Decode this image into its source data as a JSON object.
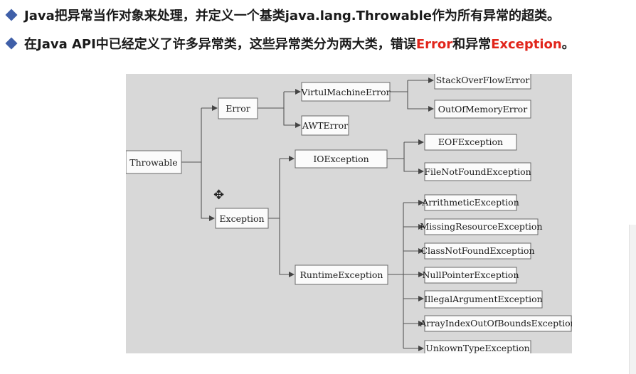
{
  "bullets": {
    "line1": "Java把异常当作对象来处理，并定义一个基类java.lang.Throwable作为所有异常的超类。",
    "line2_pre": "在Java API中已经定义了许多异常类，这些异常类分为两大类，错误",
    "line2_error": "Error",
    "line2_mid": "和异常",
    "line2_exception": "Exception",
    "line2_post": "。"
  },
  "diagram": {
    "nodes": {
      "throwable": "Throwable",
      "error": "Error",
      "exception": "Exception",
      "vme": "VirtulMachineError",
      "awt": "AWTError",
      "so": "StackOverFlowError",
      "oom": "OutOfMemoryError",
      "io": "IOException",
      "eof": "EOFException",
      "fnf": "FileNotFoundException",
      "rt": "RuntimeException",
      "arith": "ArrithmeticException",
      "missing": "MissingResourceException",
      "cnf": "ClassNotFoundException",
      "npe": "NullPointerException",
      "iae": "IllegalArgumentException",
      "aioobe": "ArrayIndexOutOfBoundsException",
      "unk": "UnkownTypeException"
    }
  },
  "colors": {
    "bullet": "#3f5fa8",
    "highlight": "#e1251b",
    "diagram_bg": "#d8d8d8"
  },
  "icons": {
    "bullet": "diamond-bullet-icon",
    "cursor": "move-cursor-icon"
  }
}
